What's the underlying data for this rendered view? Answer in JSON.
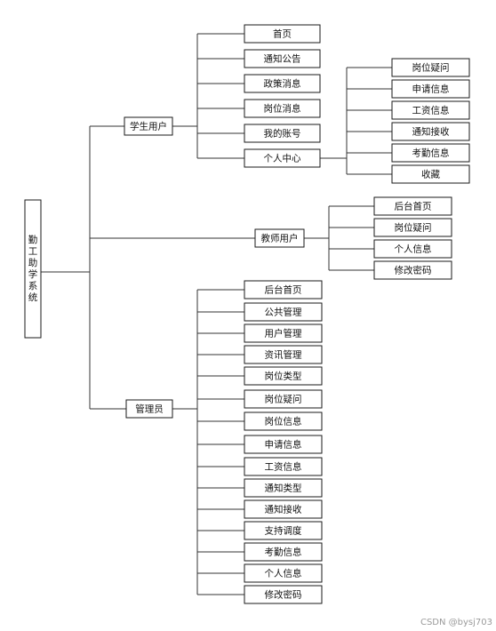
{
  "root": {
    "label": "勤工助学系统"
  },
  "branches": [
    {
      "key": "student",
      "label": "学生用户",
      "children": [
        {
          "label": "首页"
        },
        {
          "label": "通知公告"
        },
        {
          "label": "政策消息"
        },
        {
          "label": "岗位消息"
        },
        {
          "label": "我的账号"
        },
        {
          "label": "个人中心",
          "children": [
            "岗位疑问",
            "申请信息",
            "工资信息",
            "通知接收",
            "考勤信息",
            "收藏"
          ]
        }
      ]
    },
    {
      "key": "teacher",
      "label": "教师用户",
      "children": [
        {
          "label": "后台首页"
        },
        {
          "label": "岗位疑问"
        },
        {
          "label": "个人信息"
        },
        {
          "label": "修改密码"
        }
      ]
    },
    {
      "key": "admin",
      "label": "管理员",
      "children": [
        {
          "label": "后台首页"
        },
        {
          "label": "公共管理"
        },
        {
          "label": "用户管理"
        },
        {
          "label": "资讯管理"
        },
        {
          "label": "岗位类型"
        },
        {
          "label": "岗位疑问"
        },
        {
          "label": "岗位信息"
        },
        {
          "label": "申请信息"
        },
        {
          "label": "工资信息"
        },
        {
          "label": "通知类型"
        },
        {
          "label": "通知接收"
        },
        {
          "label": "支持调度"
        },
        {
          "label": "考勤信息"
        },
        {
          "label": "个人信息"
        },
        {
          "label": "修改密码"
        }
      ]
    }
  ],
  "watermark": "CSDN @bysj703"
}
